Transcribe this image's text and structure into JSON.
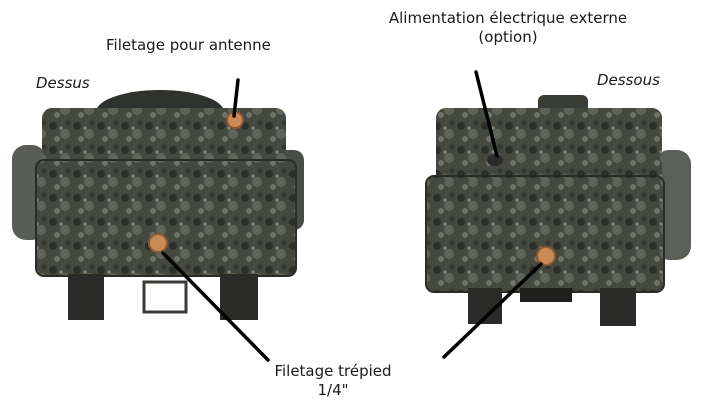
{
  "labels": {
    "top_view": "Dessus",
    "bottom_view": "Dessous",
    "antenna_thread": "Filetage pour antenne",
    "external_power_line1": "Alimentation électrique externe",
    "external_power_line2": "(option)",
    "tripod_thread_line1": "Filetage trépied",
    "tripod_thread_line2": "1/4\""
  },
  "colors": {
    "camo_dark": "#3a3d37",
    "camo_mid": "#55594f",
    "camo_light": "#7a7d72",
    "brass": "#c98a55",
    "leader_line": "#000000"
  }
}
